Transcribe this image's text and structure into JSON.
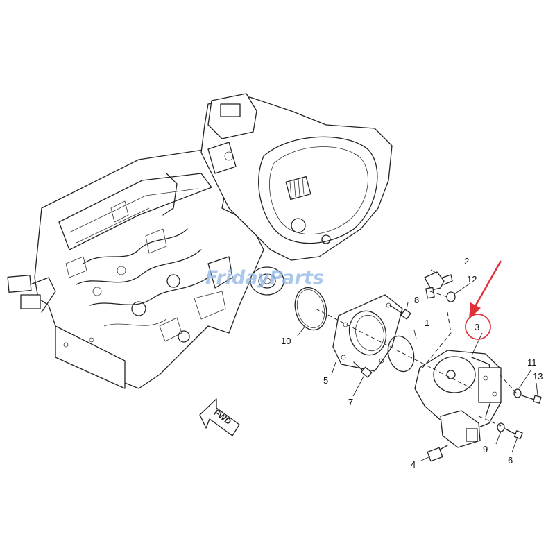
{
  "watermark": "FridayParts",
  "direction_label": "FWD",
  "callouts": {
    "p1": "1",
    "p2": "2",
    "p3": "3",
    "p4": "4",
    "p5": "5",
    "p6": "6",
    "p7": "7",
    "p8": "8",
    "p9": "9",
    "p10": "10",
    "p11": "11",
    "p12": "12",
    "p13": "13"
  },
  "highlight": {
    "part": "3",
    "color": "#e0303a"
  }
}
